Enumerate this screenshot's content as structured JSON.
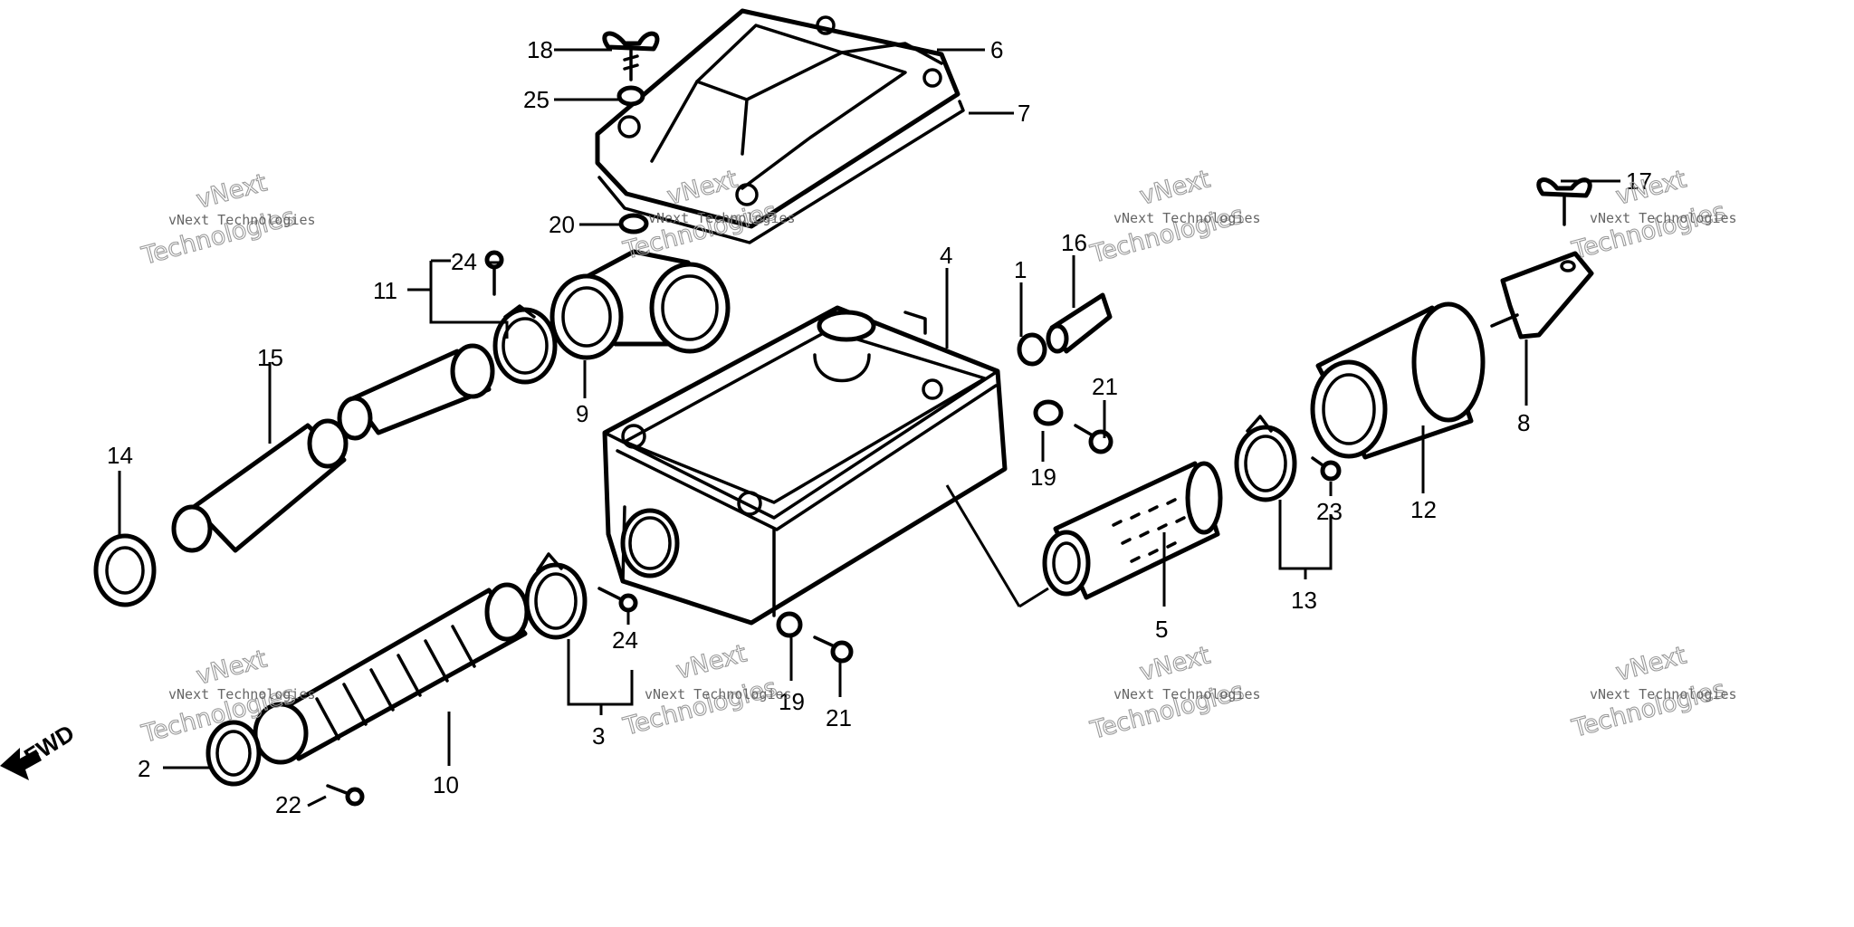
{
  "callouts": [
    {
      "label": "1"
    },
    {
      "label": "2"
    },
    {
      "label": "3"
    },
    {
      "label": "4"
    },
    {
      "label": "5"
    },
    {
      "label": "6"
    },
    {
      "label": "7"
    },
    {
      "label": "8"
    },
    {
      "label": "9"
    },
    {
      "label": "10"
    },
    {
      "label": "11"
    },
    {
      "label": "12"
    },
    {
      "label": "13"
    },
    {
      "label": "14"
    },
    {
      "label": "15"
    },
    {
      "label": "16"
    },
    {
      "label": "17"
    },
    {
      "label": "18"
    },
    {
      "label": "19"
    },
    {
      "label": "19"
    },
    {
      "label": "20"
    },
    {
      "label": "21"
    },
    {
      "label": "21"
    },
    {
      "label": "22"
    },
    {
      "label": "23"
    },
    {
      "label": "24"
    },
    {
      "label": "24"
    },
    {
      "label": "25"
    }
  ],
  "direction_label": "FWD",
  "watermark": {
    "company": "vNext Technologies",
    "line1": "vNext",
    "line2": "Technologies"
  },
  "colors": {
    "ink": "#000000",
    "watermark": "#9a9a9a",
    "background": "#ffffff"
  }
}
